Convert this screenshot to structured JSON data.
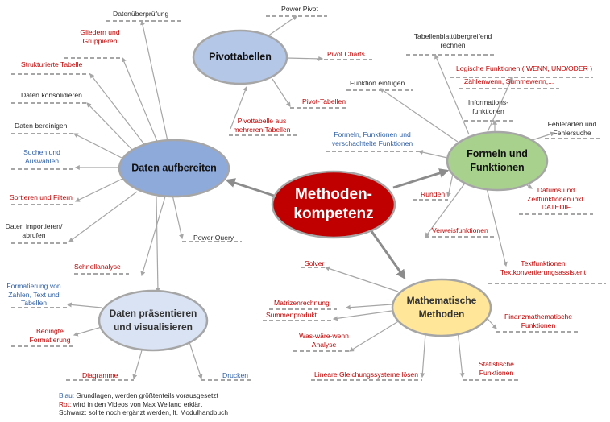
{
  "center": {
    "line1": "Methoden-",
    "line2": "kompetenz"
  },
  "hubs": {
    "pivot": {
      "line1": "Pivottabellen",
      "line2": ""
    },
    "daten": {
      "line1": "Daten aufbereiten",
      "line2": ""
    },
    "formeln": {
      "line1": "Formeln und",
      "line2": "Funktionen"
    },
    "math": {
      "line1": "Mathematische",
      "line2": "Methoden"
    },
    "praes": {
      "line1": "Daten präsentieren",
      "line2": "und visualisieren"
    }
  },
  "pivot_topics": {
    "power_pivot": "Power Pivot",
    "pivot_charts": "Pivot Charts",
    "pivot_tabellen": "Pivot-Tabellen",
    "mehrere_1": "Pivottabelle aus",
    "mehrere_2": "mehreren Tabellen"
  },
  "daten_topics": {
    "datenueberpruefung": "Datenüberprüfung",
    "gliedern_1": "Gliedern und",
    "gliedern_2": "Gruppieren",
    "strukturierte": "Strukturierte Tabelle",
    "konsolidieren": "Daten konsolidieren",
    "bereinigen": "Daten bereinigen",
    "suchen_1": "Suchen und",
    "suchen_2": "Auswählen",
    "sortieren": "Sortieren und Filtern",
    "importieren_1": "Daten importieren/",
    "importieren_2": "abrufen",
    "power_query": "Power Query",
    "schnellanalyse": "Schnellanalyse"
  },
  "formeln_topics": {
    "blatt_1": "Tabellenblattübergreifend",
    "blatt_2": "rechnen",
    "logische": "Logische Funktionen ( WENN, UND/ODER )",
    "zaehlen": "Zählenwenn, Summewenn,...",
    "einfuegen": "Funktion einfügen",
    "info_1": "Informations-",
    "info_2": "funktionen",
    "fehler_1": "Fehlerarten und",
    "fehler_2": "Fehlersuche",
    "verschachtelt_1": "Formeln, Funktionen und",
    "verschachtelt_2": "verschachtelte Funktionen",
    "runden": "Runden",
    "datum_1": "Datums und",
    "datum_2": "Zeitfunktionen inkl.",
    "datum_3": "DATEDIF",
    "verweis": "Verweisfunktionen",
    "text_1": "Textfunktionen",
    "text_2": "Textkonvertierungsassistent"
  },
  "math_topics": {
    "solver": "Solver",
    "matrizen": "Matrizenrechnung",
    "summenprodukt": "Summenprodukt",
    "waswaere_1": "Was-wäre-wenn",
    "waswaere_2": "Analyse",
    "lineare": "Lineare Gleichungssysteme lösen",
    "statistische_1": "Statistische",
    "statistische_2": "Funktionen",
    "finanz_1": "Finanzmathematische",
    "finanz_2": "Funktionen"
  },
  "praes_topics": {
    "formatierung_1": "Formatierung von",
    "formatierung_2": "Zahlen, Text und",
    "formatierung_3": "Tabellen",
    "bedingte_1": "Bedingte",
    "bedingte_2": "Formatierung",
    "diagramme": "Diagramme",
    "drucken": "Drucken"
  },
  "legend": {
    "blue_key": "Blau:",
    "blue_text": " Grundlagen, werden größtenteils vorausgesetzt",
    "red_key": "Rot:",
    "red_text": " wird in den Videos von Max Welland erklärt",
    "black_key": "Schwarz:",
    "black_text": " sollte noch ergänzt werden, lt. Modulhandbuch"
  },
  "colors": {
    "center_fill": "#c00000",
    "pivot_fill": "#b4c7e7",
    "daten_fill": "#8eaadb",
    "formeln_fill": "#a9d18e",
    "math_fill": "#ffe699",
    "praes_fill": "#dae3f3",
    "red_text": "#c00000",
    "blue_text": "#2e5fa5",
    "black_text": "#262626",
    "connector": "#a6a6a6"
  }
}
